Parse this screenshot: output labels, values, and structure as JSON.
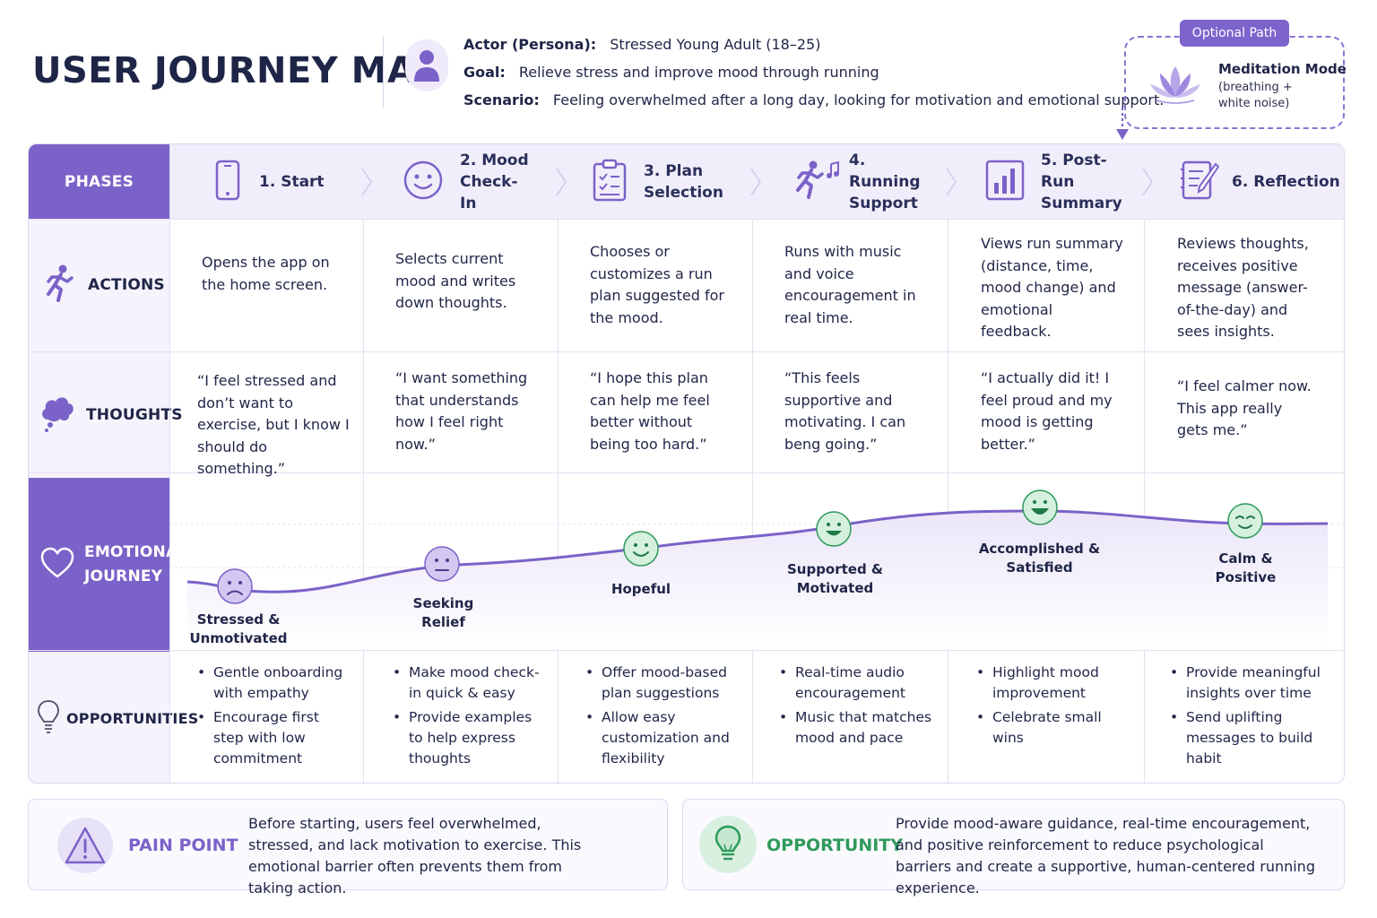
{
  "header": {
    "title": "USER JOURNEY MAP",
    "actor_label": "Actor (Persona):",
    "actor_value": "Stressed Young Adult (18–25)",
    "goal_label": "Goal:",
    "goal_value": "Relieve stress and improve mood through running",
    "scenario_label": "Scenario:",
    "scenario_value": "Feeling overwhelmed after a long day, looking for motivation and emotional support."
  },
  "optional_path": {
    "pill": "Optional Path",
    "title": "Meditation Mode",
    "subtitle": "(breathing + white noise)",
    "icon": "lotus-icon"
  },
  "row_headers": {
    "phases": "PHASES",
    "actions": "ACTIONS",
    "thoughts": "THOUGHTS",
    "emotional": "EMOTIONAL JOURNEY",
    "opportunities": "OPPORTUNITIES"
  },
  "phases": [
    {
      "label": "1. Start",
      "icon": "phone-icon"
    },
    {
      "label": "2. Mood Check-In",
      "icon": "smiley-icon"
    },
    {
      "label": "3. Plan Selection",
      "icon": "checklist-icon"
    },
    {
      "label": "4. Running Support",
      "icon": "runner-music-icon"
    },
    {
      "label": "5. Post-Run Summary",
      "icon": "bar-chart-icon"
    },
    {
      "label": "6. Reflection",
      "icon": "journal-icon"
    }
  ],
  "actions": [
    "Opens the app on the home screen.",
    "Selects current mood and writes down thoughts.",
    "Chooses or customizes a run plan suggested for the mood.",
    "Runs with music and voice encouragement in real time.",
    "Views run summary (distance, time, mood change) and emotional feedback.",
    "Reviews thoughts, receives positive message (answer-of-the-day) and sees insights."
  ],
  "thoughts": [
    "“I feel stressed and don’t want to exercise, but I know I should do something.”",
    "“I want something that understands how I feel right now.”",
    "“I hope this plan can help me feel better without being too hard.”",
    "“This feels supportive and motivating. I can beng going.”",
    "“I actually did it! I feel proud and my mood is getting better.”",
    "“I feel calmer now. This app really gets me.”"
  ],
  "emotions": [
    {
      "label": "Stressed & Unmotivated",
      "face": "sad",
      "color": "#7b62c8"
    },
    {
      "label": "Seeking Relief",
      "face": "neutral",
      "color": "#7b62c8"
    },
    {
      "label": "Hopeful",
      "face": "smile",
      "color": "#2f9a5b"
    },
    {
      "label": "Supported & Motivated",
      "face": "grin",
      "color": "#2f9a5b"
    },
    {
      "label": "Accomplished & Satisfied",
      "face": "big-grin",
      "color": "#2f9a5b"
    },
    {
      "label": "Calm & Positive",
      "face": "content",
      "color": "#2f9a5b"
    }
  ],
  "opportunities": [
    [
      "Gentle onboarding with empathy",
      "Encourage first step with low commitment"
    ],
    [
      "Make mood check-in quick & easy",
      "Provide examples to help express thoughts"
    ],
    [
      "Offer mood-based plan suggestions",
      "Allow easy customization and flexibility"
    ],
    [
      "Real-time audio encouragement",
      "Music that matches mood and pace"
    ],
    [
      "Highlight mood improvement",
      "Celebrate small wins"
    ],
    [
      "Provide meaningful insights over time",
      "Send uplifting messages to build habit"
    ]
  ],
  "pain_point": {
    "title": "PAIN POINT",
    "text": "Before starting, users feel overwhelmed, stressed, and lack motivation to exercise. This emotional barrier often prevents them from taking action."
  },
  "opportunity": {
    "title": "OPPORTUNITY",
    "text": "Provide mood-aware guidance, real-time encouragement, and positive reinforcement to reduce psychological barriers and create a supportive, human-centered running experience."
  },
  "colors": {
    "accent": "#7b62c8",
    "positive": "#2f9a5b",
    "navy": "#1f2547"
  }
}
